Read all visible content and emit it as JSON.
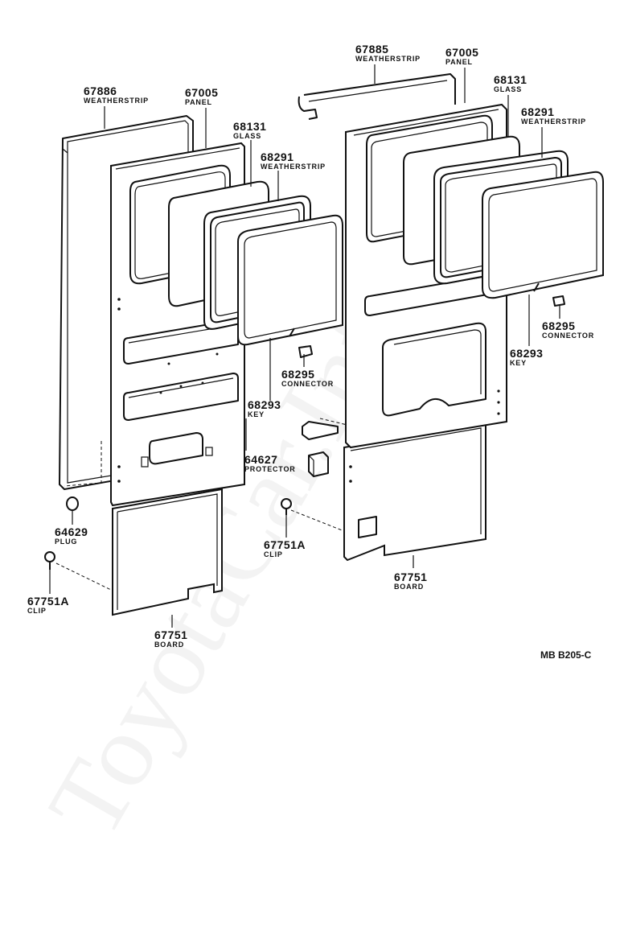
{
  "watermark": "ToyotaCar.Info.ru",
  "diagram_code": "MB B205-C",
  "left_door": {
    "weatherstrip_outer": {
      "number": "67886",
      "name": "WEATHERSTRIP"
    },
    "panel": {
      "number": "67005",
      "name": "PANEL"
    },
    "glass": {
      "number": "68131",
      "name": "GLASS"
    },
    "weatherstrip": {
      "number": "68291",
      "name": "WEATHERSTRIP"
    },
    "connector": {
      "number": "68295",
      "name": "CONNECTOR"
    },
    "key": {
      "number": "68293",
      "name": "KEY"
    },
    "protector": {
      "number": "64627",
      "name": "PROTECTOR"
    },
    "plug": {
      "number": "64629",
      "name": "PLUG"
    },
    "clip": {
      "number": "67751A",
      "name": "CLIP"
    },
    "board": {
      "number": "67751",
      "name": "BOARD"
    }
  },
  "right_door": {
    "weatherstrip_outer": {
      "number": "67885",
      "name": "WEATHERSTRIP"
    },
    "panel": {
      "number": "67005",
      "name": "PANEL"
    },
    "glass": {
      "number": "68131",
      "name": "GLASS"
    },
    "weatherstrip": {
      "number": "68291",
      "name": "WEATHERSTRIP"
    },
    "connector": {
      "number": "68295",
      "name": "CONNECTOR"
    },
    "key": {
      "number": "68293",
      "name": "KEY"
    },
    "clip": {
      "number": "67751A",
      "name": "CLIP"
    },
    "board": {
      "number": "67751",
      "name": "BOARD"
    }
  }
}
